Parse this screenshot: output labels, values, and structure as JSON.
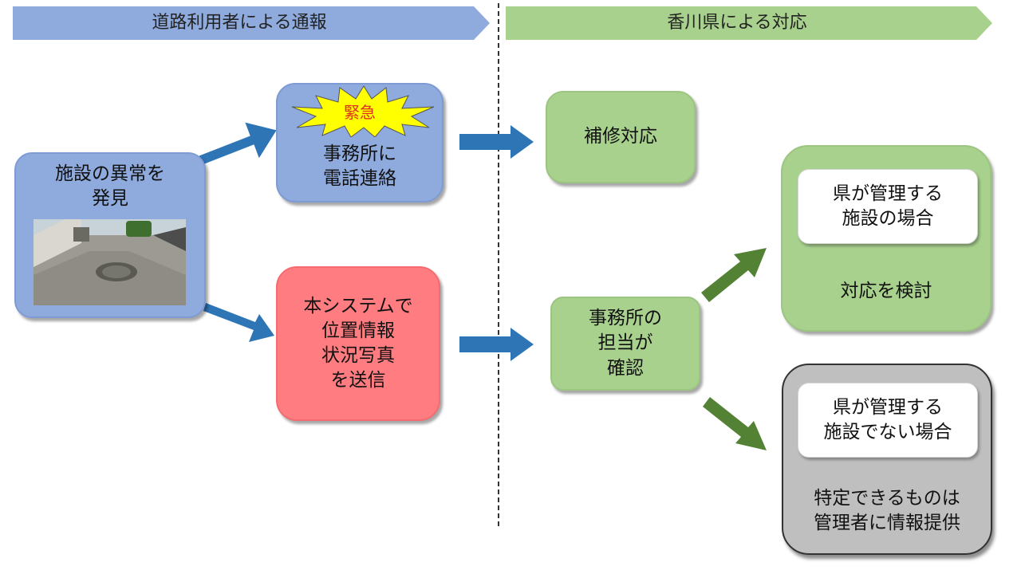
{
  "header": {
    "left_banner": "道路利用者による通報",
    "right_banner": "香川県による対応"
  },
  "left": {
    "discover": "施設の異常を\n発見",
    "photo": "pothole-photo",
    "urgent_badge": "緊急",
    "phone_contact": "事務所に\n電話連絡",
    "system_send": "本システムで\n位置情報\n状況写真\nを送信"
  },
  "right": {
    "repair": "補修対応",
    "office_check": "事務所の\n担当が\n確認",
    "managed_title": "県が管理する\n施設の場合",
    "managed_action": "対応を検討",
    "unmanaged_title": "県が管理する\n施設でない場合",
    "unmanaged_action": "特定できるものは\n管理者に情報提供"
  },
  "colors": {
    "blue_box": "#8faadc",
    "green_box": "#a9d18e",
    "red_box": "#ff7c80",
    "gray_box": "#bfbfbf",
    "arrow_blue": "#2e75b6",
    "arrow_green": "#548235",
    "urgent_text": "#e0301e",
    "burst_fill": "#ffff00"
  }
}
